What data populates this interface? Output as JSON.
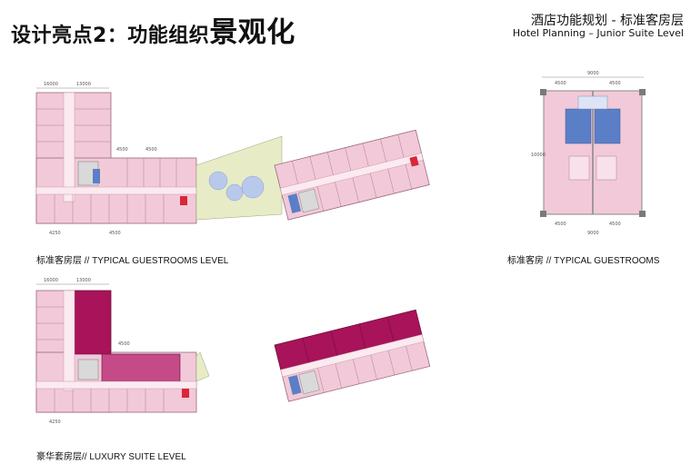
{
  "header": {
    "title_main": "设计亮点2：功能组织",
    "title_big": "景观化",
    "subtitle_cn": "酒店功能规划 - 标准客房层",
    "subtitle_en": "Hotel Planning – Junior Suite Level"
  },
  "captions": {
    "typical_level": "标准客房层 // TYPICAL GUESTROOMS LEVEL",
    "typical_room": "标准客房 // TYPICAL GUESTROOMS",
    "luxury_level": "豪华套房层// LUXURY SUITE LEVEL"
  },
  "dimensions": {
    "room_total": "9000",
    "room_half": "4500",
    "room_depth": "10000",
    "wing_a": "16000",
    "wing_b": "13000",
    "bay": "4500",
    "bay_alt": "4250"
  },
  "colors": {
    "room_pink": "#f2c9d8",
    "suite_magenta": "#a8135a",
    "core_blue": "#5b7fc7",
    "landscape_green": "#e7ecc6",
    "circle_blue": "#b9c9ec",
    "stair_red": "#d9263a"
  }
}
